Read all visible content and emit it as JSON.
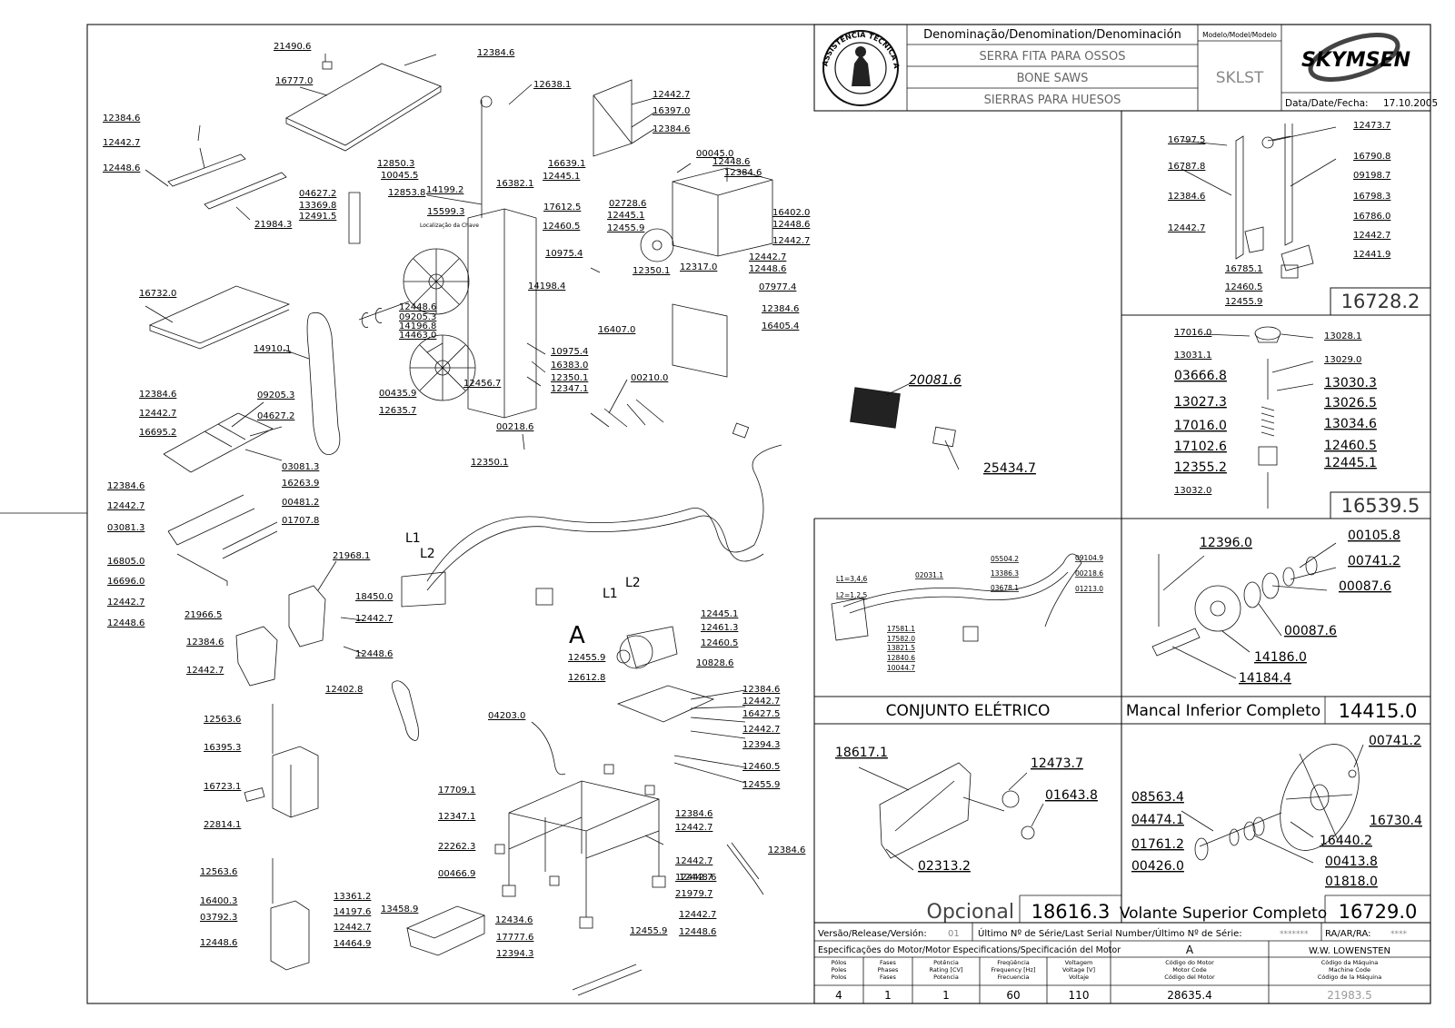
{
  "title_block": {
    "denomination_header": "Denominação/Denomination/Denominación",
    "name_pt": "SERRA FITA PARA OSSOS",
    "name_en": "BONE SAWS",
    "name_es": "SIERRAS PARA HUESOS",
    "model_header": "Modelo/Model/Modelo",
    "model": "SKLST",
    "brand": "SKYMSEN",
    "date_label": "Data/Date/Fecha:",
    "date": "17.10.2005",
    "stamp_text": "ASSISTÊNCIA TÉCNICA AUTORIZADA"
  },
  "assemblies": [
    {
      "code": "16728.2"
    },
    {
      "code": "16539.5"
    },
    {
      "name": "CONJUNTO ELÉTRICO"
    },
    {
      "name": "Mancal Inferior Completo",
      "code": "14415.0"
    },
    {
      "name": "Opcional",
      "code": "18616.3"
    },
    {
      "name": "Volante Superior Completo",
      "code": "16729.0"
    }
  ],
  "bottom_block": {
    "version_label": "Versão/Release/Versión:",
    "version": "01",
    "serial_label": "Último Nº de Série/Last Serial Number/Último Nº de Série:",
    "serial": "*******",
    "ra_label": "RA/AR/RA:",
    "ra": "****",
    "motor_spec_label": "Especificações do Motor/Motor Especifications/Specificación del Motor",
    "col_a": "A",
    "maker": "W.W. LOWENSTEN",
    "headers": [
      [
        "Pólos",
        "Poles",
        "Polos"
      ],
      [
        "Fases",
        "Phases",
        "Fases"
      ],
      [
        "Potência",
        "Rating [CV]",
        "Potencia"
      ],
      [
        "Freqüência",
        "Frequency [Hz]",
        "Frecuencia"
      ],
      [
        "Voltagem",
        "Voltage [V]",
        "Voltaje"
      ],
      [
        "Código do Motor",
        "Motor Code",
        "Código del Motor"
      ],
      [
        "Código da Máquina",
        "Machine Code",
        "Código de la Máquina"
      ]
    ],
    "values": [
      "4",
      "1",
      "1",
      "60",
      "110",
      "28635.4",
      "21983.5"
    ]
  },
  "callouts": [
    {
      "t": "21490.6"
    },
    {
      "t": "12384.6"
    },
    {
      "t": "16777.0"
    },
    {
      "t": "12638.1"
    },
    {
      "t": "12442.7"
    },
    {
      "t": "16397.0"
    },
    {
      "t": "12384.6"
    },
    {
      "t": "12384.6"
    },
    {
      "t": "12442.7"
    },
    {
      "t": "12448.6"
    },
    {
      "t": "12850.3"
    },
    {
      "t": "10045.5"
    },
    {
      "t": "04627.2"
    },
    {
      "t": "12853.8"
    },
    {
      "t": "13369.8"
    },
    {
      "t": "12491.5"
    },
    {
      "t": "21984.3"
    },
    {
      "t": "16639.1"
    },
    {
      "t": "12445.1"
    },
    {
      "t": "16382.1"
    },
    {
      "t": "14199.2"
    },
    {
      "t": "00045.0"
    },
    {
      "t": "12448.6"
    },
    {
      "t": "12384.6"
    },
    {
      "t": "17612.5"
    },
    {
      "t": "02728.6"
    },
    {
      "t": "15599.3"
    },
    {
      "t": "12445.1"
    },
    {
      "t": "12460.5"
    },
    {
      "t": "12455.9"
    },
    {
      "t": "Localização da Chave"
    },
    {
      "t": "16402.0"
    },
    {
      "t": "12448.6"
    },
    {
      "t": "12442.7"
    },
    {
      "t": "10975.4"
    },
    {
      "t": "12442.7"
    },
    {
      "t": "12448.6"
    },
    {
      "t": "12350.1"
    },
    {
      "t": "12317.0"
    },
    {
      "t": "14198.4"
    },
    {
      "t": "07977.4"
    },
    {
      "t": "16732.0"
    },
    {
      "t": "12384.6"
    },
    {
      "t": "12448.6"
    },
    {
      "t": "16407.0"
    },
    {
      "t": "16405.4"
    },
    {
      "t": "09205.3"
    },
    {
      "t": "14196.8"
    },
    {
      "t": "14463.0"
    },
    {
      "t": "14910.1"
    },
    {
      "t": "10975.4"
    },
    {
      "t": "16383.0"
    },
    {
      "t": "12350.1"
    },
    {
      "t": "12347.1"
    },
    {
      "t": "00435.9"
    },
    {
      "t": "12456.7"
    },
    {
      "t": "12635.7"
    },
    {
      "t": "00210.0"
    },
    {
      "t": "12384.6"
    },
    {
      "t": "09205.3"
    },
    {
      "t": "12442.7"
    },
    {
      "t": "04627.2"
    },
    {
      "t": "16695.2"
    },
    {
      "t": "00218.6"
    },
    {
      "t": "03081.3"
    },
    {
      "t": "12350.1"
    },
    {
      "t": "12384.6"
    },
    {
      "t": "16263.9"
    },
    {
      "t": "12442.7"
    },
    {
      "t": "00481.2"
    },
    {
      "t": "03081.3"
    },
    {
      "t": "01707.8"
    },
    {
      "t": "16805.0"
    },
    {
      "t": "16696.0"
    },
    {
      "t": "12442.7"
    },
    {
      "t": "12448.6"
    },
    {
      "t": "L1"
    },
    {
      "t": "L2"
    },
    {
      "t": "21968.1"
    },
    {
      "t": "18450.0"
    },
    {
      "t": "12442.7"
    },
    {
      "t": "12448.6"
    },
    {
      "t": "21966.5"
    },
    {
      "t": "12384.6"
    },
    {
      "t": "12442.7"
    },
    {
      "t": "L1"
    },
    {
      "t": "L2"
    },
    {
      "t": "12445.1"
    },
    {
      "t": "12461.3"
    },
    {
      "t": "12460.5"
    },
    {
      "t": "A"
    },
    {
      "t": "12455.9"
    },
    {
      "t": "10828.6"
    },
    {
      "t": "12612.8"
    },
    {
      "t": "12402.8"
    },
    {
      "t": "12563.6"
    },
    {
      "t": "04203.0"
    },
    {
      "t": "12384.6"
    },
    {
      "t": "12442.7"
    },
    {
      "t": "16427.5"
    },
    {
      "t": "12442.7"
    },
    {
      "t": "12394.3"
    },
    {
      "t": "16395.3"
    },
    {
      "t": "12460.5"
    },
    {
      "t": "12455.9"
    },
    {
      "t": "16723.1"
    },
    {
      "t": "22814.1"
    },
    {
      "t": "17709.1"
    },
    {
      "t": "12384.6"
    },
    {
      "t": "12347.1"
    },
    {
      "t": "12442.7"
    },
    {
      "t": "22262.3"
    },
    {
      "t": "12442.7"
    },
    {
      "t": "12384.6"
    },
    {
      "t": "12442.7"
    },
    {
      "t": "12563.6"
    },
    {
      "t": "00466.9"
    },
    {
      "t": "12448.6"
    },
    {
      "t": "21979.7"
    },
    {
      "t": "16400.3"
    },
    {
      "t": "13361.2"
    },
    {
      "t": "14197.6"
    },
    {
      "t": "03792.3"
    },
    {
      "t": "12442.7"
    },
    {
      "t": "12442.7"
    },
    {
      "t": "13458.9"
    },
    {
      "t": "12434.6"
    },
    {
      "t": "12455.9"
    },
    {
      "t": "12448.6"
    },
    {
      "t": "12448.6"
    },
    {
      "t": "14464.9"
    },
    {
      "t": "17777.6"
    },
    {
      "t": "12394.3"
    },
    {
      "t": "20081.6"
    },
    {
      "t": "25434.7"
    },
    {
      "t": "16797.5"
    },
    {
      "t": "12473.7"
    },
    {
      "t": "16787.8"
    },
    {
      "t": "16790.8"
    },
    {
      "t": "09198.7"
    },
    {
      "t": "12384.6"
    },
    {
      "t": "16798.3"
    },
    {
      "t": "12442.7"
    },
    {
      "t": "16786.0"
    },
    {
      "t": "12442.7"
    },
    {
      "t": "12441.9"
    },
    {
      "t": "16785.1"
    },
    {
      "t": "12460.5"
    },
    {
      "t": "12455.9"
    },
    {
      "t": "17016.0"
    },
    {
      "t": "13028.1"
    },
    {
      "t": "13031.1"
    },
    {
      "t": "13029.0"
    },
    {
      "t": "03666.8"
    },
    {
      "t": "13030.3"
    },
    {
      "t": "13027.3"
    },
    {
      "t": "13026.5"
    },
    {
      "t": "17016.0"
    },
    {
      "t": "13034.6"
    },
    {
      "t": "17102.6"
    },
    {
      "t": "12460.5"
    },
    {
      "t": "12355.2"
    },
    {
      "t": "12445.1"
    },
    {
      "t": "13032.0"
    },
    {
      "t": "L1=3,4,6"
    },
    {
      "t": "L2=1,2,5"
    },
    {
      "t": "02031.1"
    },
    {
      "t": "05504.2"
    },
    {
      "t": "13386.3"
    },
    {
      "t": "03678.1"
    },
    {
      "t": "09104.9"
    },
    {
      "t": "00218.6"
    },
    {
      "t": "01213.0"
    },
    {
      "t": "17581.1"
    },
    {
      "t": "17582.0"
    },
    {
      "t": "13821.5"
    },
    {
      "t": "12840.6"
    },
    {
      "t": "10044.7"
    },
    {
      "t": "12396.0"
    },
    {
      "t": "00105.8"
    },
    {
      "t": "00741.2"
    },
    {
      "t": "00087.6"
    },
    {
      "t": "00087.6"
    },
    {
      "t": "14186.0"
    },
    {
      "t": "14184.4"
    },
    {
      "t": "18617.1"
    },
    {
      "t": "12473.7"
    },
    {
      "t": "01643.8"
    },
    {
      "t": "02313.2"
    },
    {
      "t": "00741.2"
    },
    {
      "t": "08563.4"
    },
    {
      "t": "16730.4"
    },
    {
      "t": "04474.1"
    },
    {
      "t": "16440.2"
    },
    {
      "t": "01761.2"
    },
    {
      "t": "00413.8"
    },
    {
      "t": "00426.0"
    },
    {
      "t": "01818.0"
    }
  ]
}
